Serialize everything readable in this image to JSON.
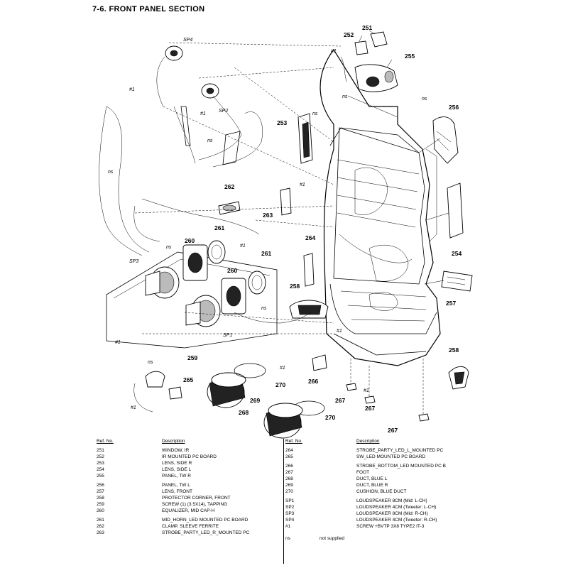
{
  "title": "7-6.   FRONT  PANEL  SECTION",
  "parts_table": {
    "ref_header": "Ref. No.",
    "desc_header": "Description",
    "left": [
      {
        "ref": "251",
        "desc": "WINDOW, IR"
      },
      {
        "ref": "252",
        "desc": "IR MOUNTED PC BOARD"
      },
      {
        "ref": "253",
        "desc": "LENS, SIDE R"
      },
      {
        "ref": "254",
        "desc": "LENS, SIDE L"
      },
      {
        "ref": "255",
        "desc": "PANEL, TW R"
      },
      {
        "ref": "256",
        "desc": "PANEL, TW L"
      },
      {
        "ref": "257",
        "desc": "LENS, FRONT"
      },
      {
        "ref": "258",
        "desc": "PROTECTOR CORNER, FRONT"
      },
      {
        "ref": "259",
        "desc": "SCREW (1) (3.5X14), TAPPING"
      },
      {
        "ref": "260",
        "desc": "EQUALIZER, MID CAP-H"
      },
      {
        "ref": "261",
        "desc": "MID_HORN_LED MOUNTED PC BOARD"
      },
      {
        "ref": "262",
        "desc": "CLAMP, SLEEVE FERRITE"
      },
      {
        "ref": "263",
        "desc": "STROBE_PARTY_LED_R_MOUNTED PC"
      }
    ],
    "right": [
      {
        "ref": "264",
        "desc": "STROBE_PARTY_LED_L_MOUNTED PC"
      },
      {
        "ref": "265",
        "desc": "SW_LED MOUNTED PC BOARD"
      },
      {
        "ref": "266",
        "desc": "STROBE_BOTTOM_LED MOUNTED PC B"
      },
      {
        "ref": "267",
        "desc": "FOOT"
      },
      {
        "ref": "268",
        "desc": "DUCT, BLUE L"
      },
      {
        "ref": "269",
        "desc": "DUCT, BLUE R"
      },
      {
        "ref": "270",
        "desc": "CUSHION, BLUE DUCT"
      },
      {
        "ref": "SP1",
        "desc": "LOUDSPEAKER 8CM (Mid: L-CH)"
      },
      {
        "ref": "SP2",
        "desc": "LOUDSPEAKER 4CM (Tweeter: L-CH)"
      },
      {
        "ref": "SP3",
        "desc": "LOUDSPEAKER 8CM (Mid: R-CH)"
      },
      {
        "ref": "SP4",
        "desc": "LOUDSPEAKER 4CM (Tweeter: R-CH)"
      },
      {
        "ref": "#1",
        "desc": "SCREW +BVTP 3X8 TYPE2 IT-3"
      }
    ],
    "footnote": {
      "ref": "ns",
      "desc": "not supplied"
    }
  },
  "callouts": {
    "c251": "251",
    "c252": "252",
    "c253": "253",
    "c254": "254",
    "c255": "255",
    "c256": "256",
    "c257": "257",
    "c258a": "258",
    "c258b": "258",
    "c259": "259",
    "c260a": "260",
    "c260b": "260",
    "c261a": "261",
    "c261b": "261",
    "c262": "262",
    "c263": "263",
    "c264": "264",
    "c265": "265",
    "c266": "266",
    "c267a": "267",
    "c267b": "267",
    "c267c": "267",
    "c268": "268",
    "c269": "269",
    "c270a": "270",
    "c270b": "270",
    "sp1": "SP1",
    "sp2": "SP2",
    "sp3": "SP3",
    "sp4": "SP4",
    "ns": "ns",
    "h1": "#1"
  }
}
